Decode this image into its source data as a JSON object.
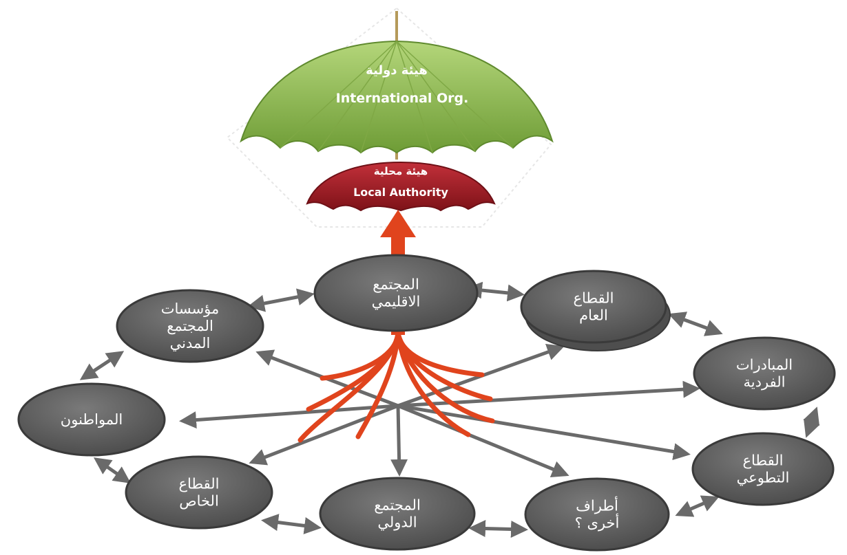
{
  "umbrellas": {
    "international": {
      "label_ar": "هيئة دولية",
      "label_en": "International Org.",
      "color": "#8cb94c"
    },
    "local": {
      "label_ar": "هيئة محلية",
      "label_en": "Local Authority",
      "color": "#a81f28"
    }
  },
  "nodes": {
    "regional": {
      "lines": [
        "المجتمع",
        "الاقليمي"
      ]
    },
    "public": {
      "lines": [
        "القطاع",
        "العام"
      ]
    },
    "civil": {
      "lines": [
        "مؤسسات",
        "المجتمع",
        "المدني"
      ]
    },
    "individual": {
      "lines": [
        "المبادرات",
        "الفردية"
      ]
    },
    "citizens": {
      "lines": [
        "المواطنون"
      ]
    },
    "voluntary": {
      "lines": [
        "القطاع",
        "التطوعي"
      ]
    },
    "private": {
      "lines": [
        "القطاع",
        "الخاص"
      ]
    },
    "international_community": {
      "lines": [
        "المجتمع",
        "الدولي"
      ]
    },
    "others": {
      "lines": [
        "أطراف",
        "أخرى ؟"
      ]
    }
  },
  "colors": {
    "node_fill": "#5e5e5e",
    "node_stroke": "#3a3a3a",
    "arrow": "#6a6a6a",
    "root": "#e0441d"
  }
}
